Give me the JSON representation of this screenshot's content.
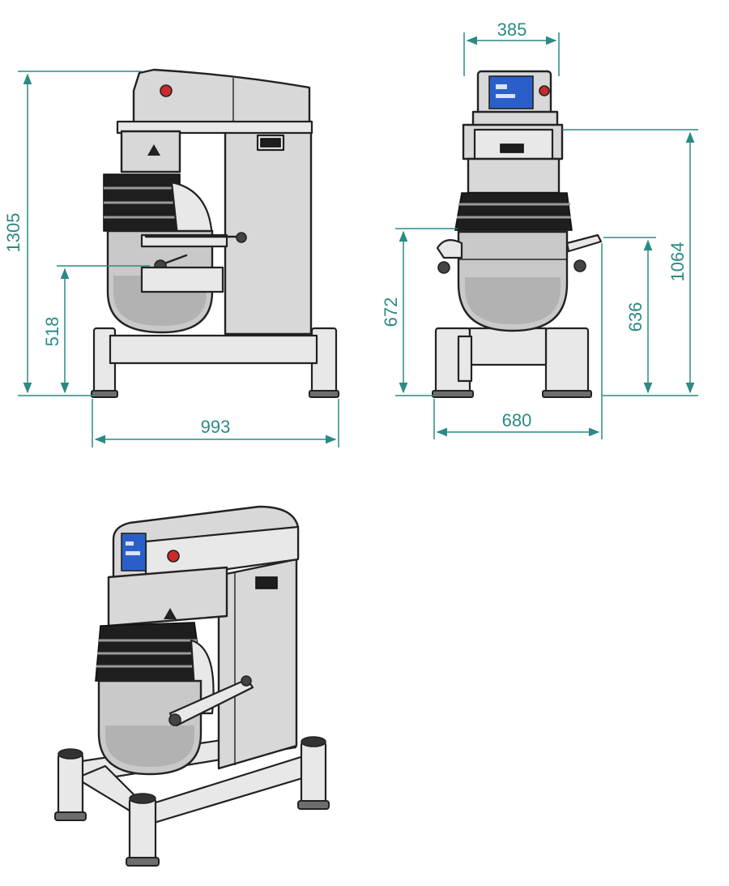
{
  "colors": {
    "dimension": "#2b8a84",
    "outline": "#222222",
    "body": "#d8d8d8",
    "panel": "#2a5fc9",
    "button": "#cc2a2a"
  },
  "dimensions": {
    "side_view": {
      "total_height": "1305",
      "bowl_height": "518",
      "depth": "993"
    },
    "front_view": {
      "head_width": "385",
      "column_height": "1064",
      "guard_height": "672",
      "bowl_rim_height": "636",
      "base_width": "680"
    }
  },
  "icons": {
    "side_view": "mixer-side-view-drawing",
    "front_view": "mixer-front-view-drawing",
    "iso_view": "mixer-isometric-view-drawing"
  }
}
